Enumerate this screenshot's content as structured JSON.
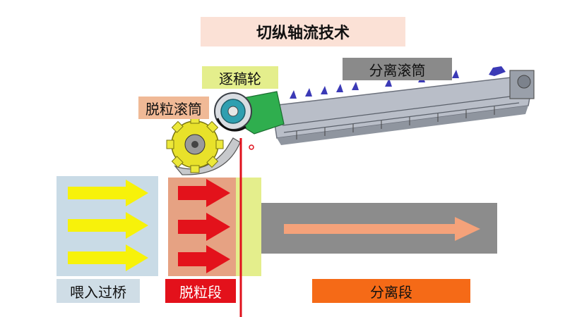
{
  "title": "切纵轴流技术",
  "labels": {
    "beater": "逐稿轮",
    "separation_drum": "分离滚筒",
    "threshing_drum": "脱粒滚筒"
  },
  "segments": {
    "feeder": "喂入过桥",
    "threshing": "脱粒段",
    "separation": "分离段"
  },
  "colors": {
    "feeder_block": "#c9dbe6",
    "threshing_block": "#e6a283",
    "beater_strip": "#e4ee8c",
    "separation_block": "#8c8c8c",
    "yellow_arrow": "#f7f20a",
    "red_arrow": "#e3121b",
    "orange_arrow": "#f5a27a",
    "divider_line": "#e0111c"
  }
}
